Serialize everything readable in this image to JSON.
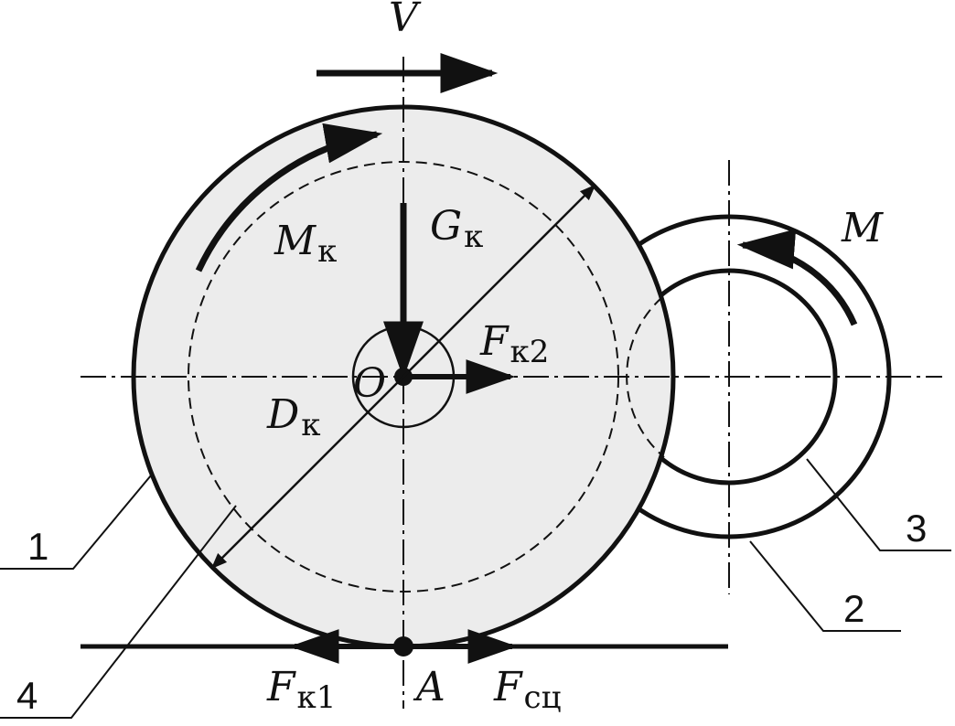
{
  "labels": {
    "velocity": "V",
    "wheel_moment": {
      "main": "M",
      "sub": "к"
    },
    "weight": {
      "main": "G",
      "sub": "к"
    },
    "force_k2": {
      "main": "F",
      "sub": "к2"
    },
    "center": "O",
    "diameter": {
      "main": "D",
      "sub": "к"
    },
    "moment": "M",
    "force_k1": {
      "main": "F",
      "sub": "к1"
    },
    "contact_point": "A",
    "force_adhesion": {
      "main": "F",
      "sub": "сц"
    }
  },
  "callouts": [
    "1",
    "2",
    "3",
    "4"
  ],
  "colors": {
    "wheel_fill": "#ececec",
    "stroke": "#111111",
    "background": "#ffffff"
  }
}
